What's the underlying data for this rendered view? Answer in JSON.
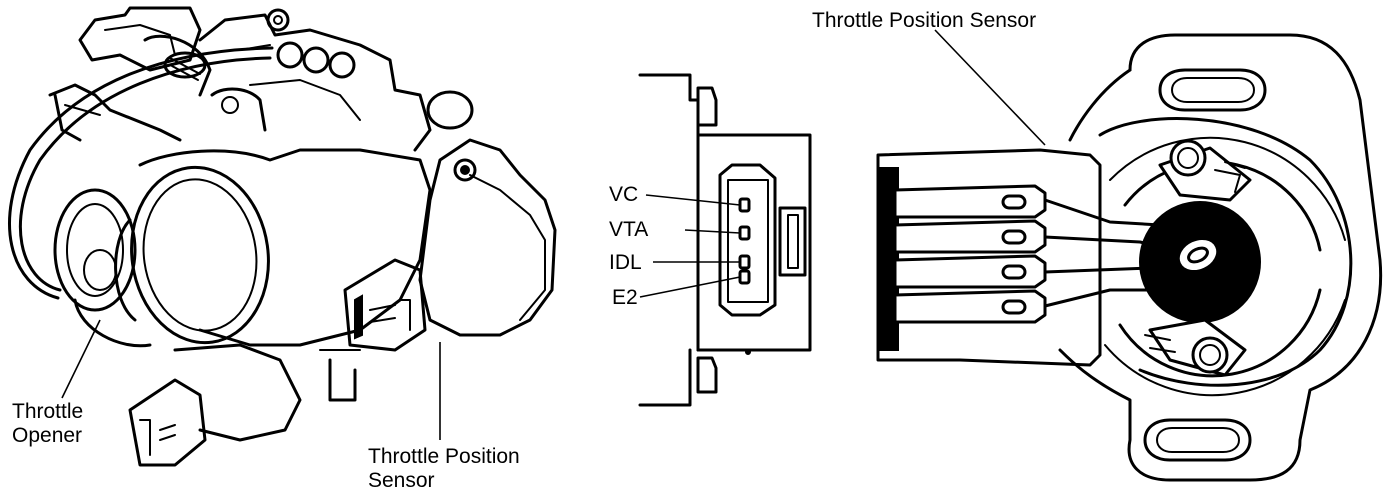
{
  "labels": {
    "throttle_opener_line1": "Throttle",
    "throttle_opener_line2": "Opener",
    "tps_left_line1": "Throttle Position",
    "tps_left_line2": "Sensor",
    "tps_right": "Throttle Position Sensor",
    "pin_vc": "VC",
    "pin_vta": "VTA",
    "pin_idl": "IDL",
    "pin_e2": "E2"
  }
}
